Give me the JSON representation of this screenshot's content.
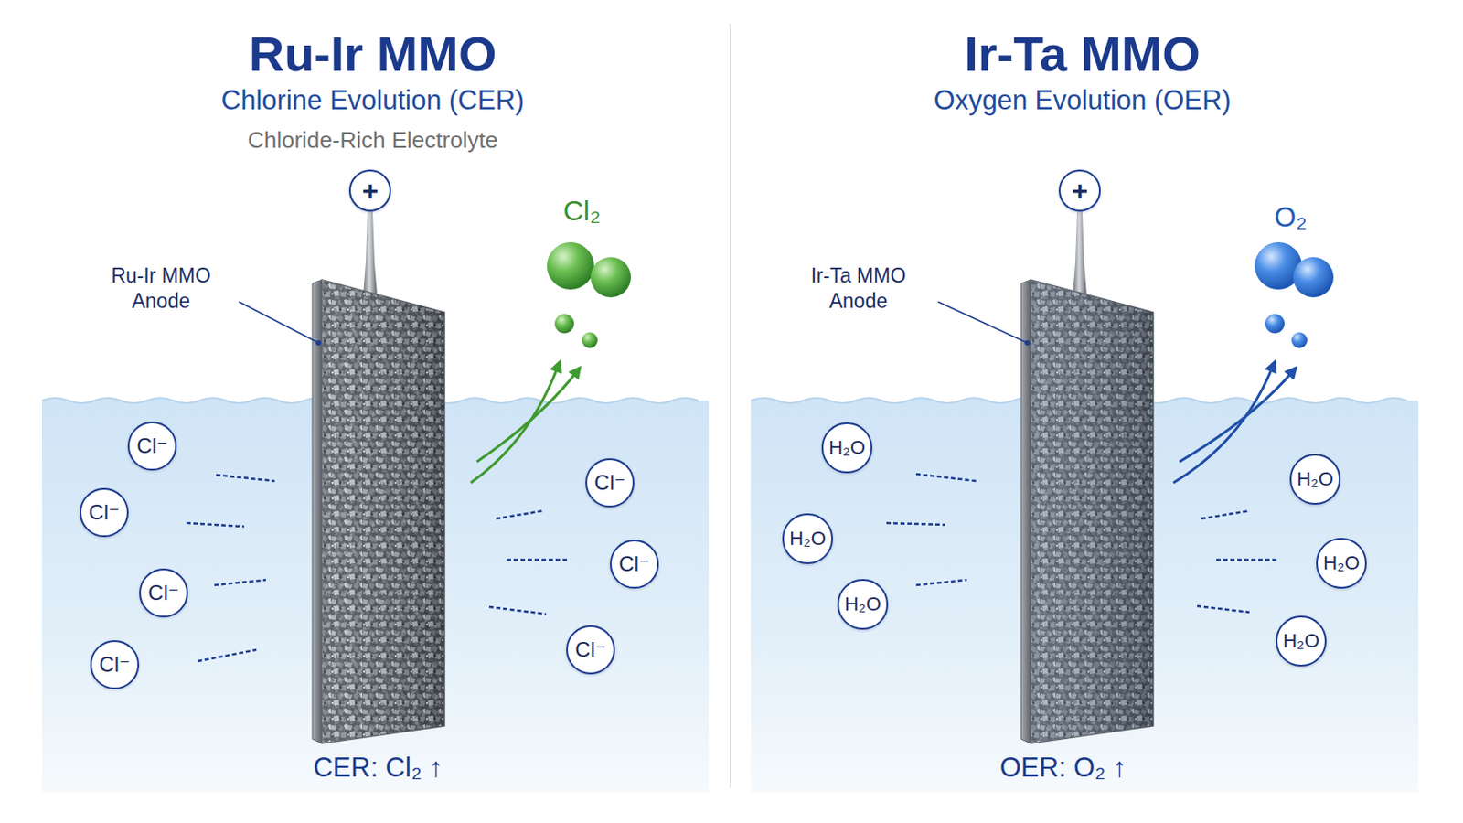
{
  "diagram": {
    "nodes": [
      {
        "text": [
          "Ru-Ir MMO",
          "Chlorine Evolution (CER)",
          "Chloride-Rich Electrolyte",
          "CER: Cl₂ ↑"
        ]
      },
      {
        "text": [
          "+"
        ],
        "in": 0
      },
      {
        "text": [
          "Cl⁻"
        ],
        "in": 0
      },
      {
        "text": [
          "Cl⁻"
        ],
        "in": 0
      },
      {
        "text": [
          "Cl⁻"
        ],
        "in": 0
      },
      {
        "text": [
          "Cl⁻"
        ],
        "in": 0
      },
      {
        "text": [
          "Cl⁻"
        ],
        "in": 0
      },
      {
        "text": [
          "Cl⁻"
        ],
        "in": 0
      },
      {
        "text": [
          "Cl⁻"
        ],
        "in": 0
      },
      {
        "text": [
          "Ir-Ta MMO",
          "Oxygen Evolution (OER)",
          "OER: O₂ ↑"
        ]
      },
      {
        "text": [
          "+"
        ],
        "in": 9
      },
      {
        "text": [
          "H₂O"
        ],
        "in": 9
      },
      {
        "text": [
          "H₂O"
        ],
        "in": 9
      },
      {
        "text": [
          "H₂O"
        ],
        "in": 9
      },
      {
        "text": [
          "H₂O"
        ],
        "in": 9
      },
      {
        "text": [
          "H₂O"
        ],
        "in": 9
      },
      {
        "text": [
          "H₂O"
        ],
        "in": 9
      }
    ],
    "labels": [
      "Ru-Ir MMO Anode",
      "Cl₂",
      "Ir-Ta MMO Anode",
      "O₂"
    ]
  }
}
